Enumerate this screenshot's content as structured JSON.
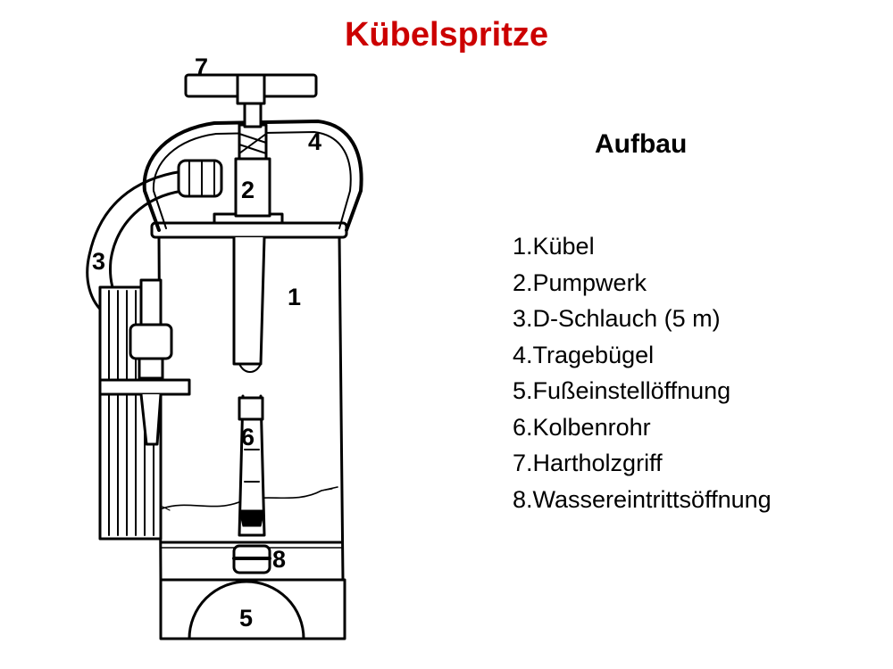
{
  "title": "Kübelspritze",
  "subtitle": "Aufbau",
  "colors": {
    "title": "#cc0000",
    "ink": "#000000",
    "background": "#ffffff"
  },
  "legend": [
    "1.Kübel",
    "2.Pumpwerk",
    "3.D-Schlauch (5 m)",
    "4.Tragebügel",
    "5.Fußeinstellöffnung",
    "6.Kolbenrohr",
    "7.Hartholzgriff",
    "8.Wassereintrittsöffnung"
  ],
  "callouts": [
    "1",
    "2",
    "3",
    "4",
    "5",
    "6",
    "7",
    "8"
  ]
}
